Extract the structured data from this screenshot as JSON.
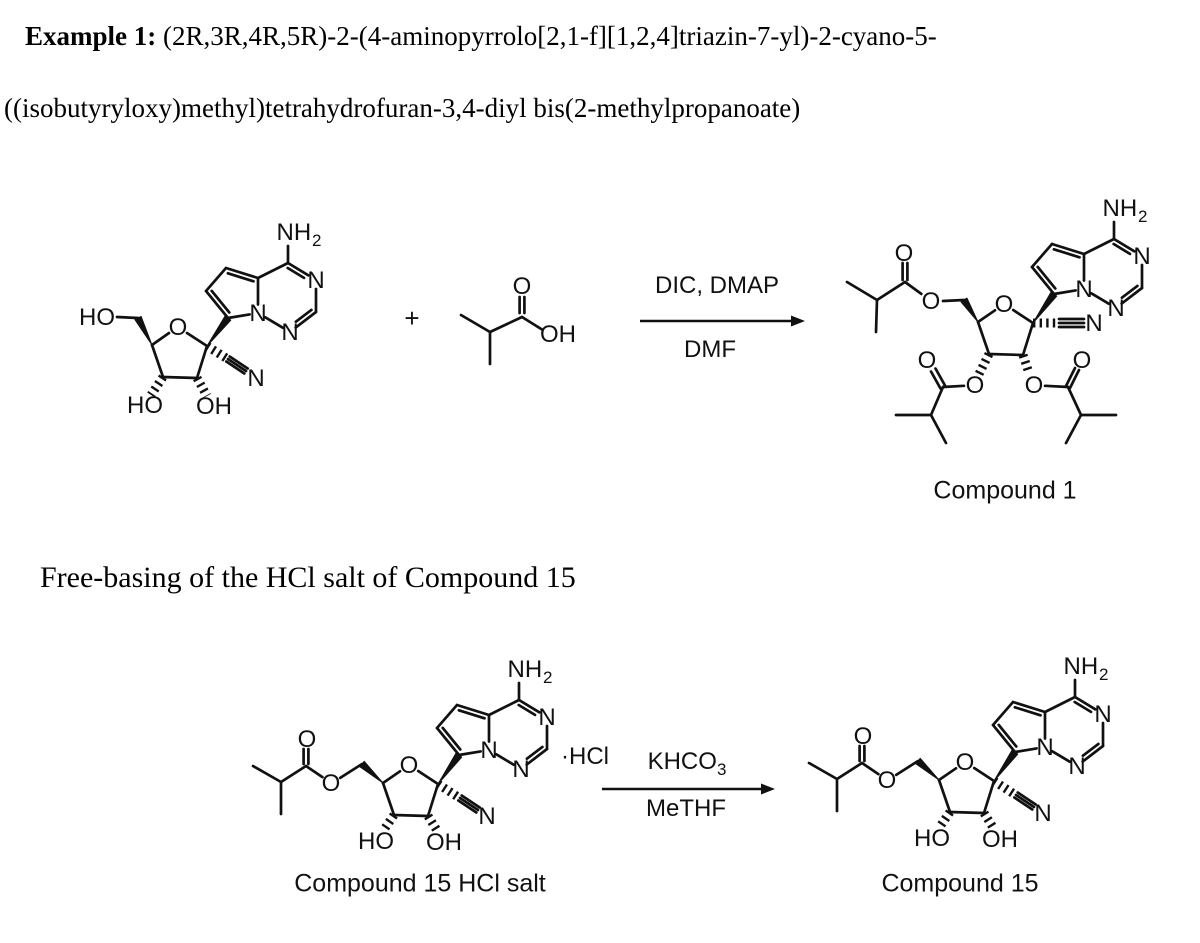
{
  "page": {
    "background": "#ffffff",
    "ink": "#111111"
  },
  "title": {
    "bold_label": "Example 1:",
    "line1_rest": " (2R,3R,4R,5R)-2-(4-aminopyrrolo[2,1-f][1,2,4]triazin-7-yl)-2-cyano-5-",
    "line2": "((isobutyryloxy)methyl)tetrahydrofuran-3,4-diyl bis(2-methylpropanoate)"
  },
  "section_heading": "Free-basing of the HCl salt of Compound 15",
  "scheme1": {
    "plus_sign": "+",
    "conditions_above": "DIC, DMAP",
    "conditions_below": "DMF",
    "product_label": "Compound 1"
  },
  "scheme2": {
    "salt_suffix": "·HCl",
    "conditions_above_main": "KHCO",
    "conditions_above_sub": "3",
    "conditions_below": "MeTHF",
    "reactant_label": "Compound 15 HCl salt",
    "product_label": "Compound 15"
  },
  "atoms": {
    "NH": "NH",
    "amine_sub": "2",
    "N": "N",
    "O": "O",
    "HO": "HO",
    "OH": "OH"
  }
}
